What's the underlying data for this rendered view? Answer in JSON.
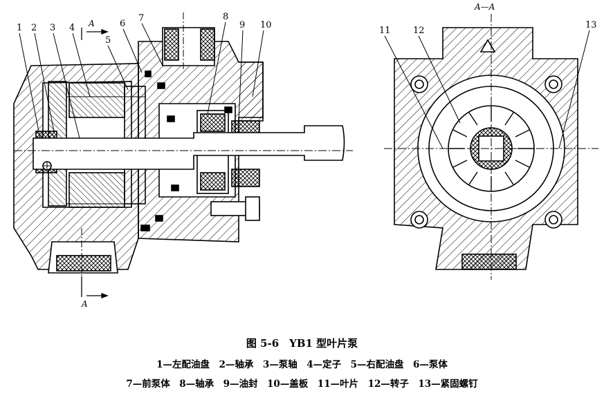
{
  "figure": {
    "title": "图 5-6　YB1 型叶片泵",
    "legend_lines": [
      "1—左配油盘　2—轴承　3—泵轴　4—定子　5—右配油盘　6—泵体",
      "7—前泵体　8—轴承　9—油封　10—盖板　11—叶片　12—转子　13—紧固螺钉"
    ]
  },
  "section_marks": {
    "view_title": "A—A",
    "top_arrow": "A",
    "bottom_arrow": "A"
  },
  "callouts": {
    "left_view": [
      "1",
      "2",
      "3",
      "4",
      "5",
      "6",
      "7",
      "8",
      "9",
      "10"
    ],
    "right_view": [
      "11",
      "12",
      "13"
    ]
  },
  "colors": {
    "ink": "#000000",
    "paper": "#ffffff",
    "hatch": "#000000"
  }
}
